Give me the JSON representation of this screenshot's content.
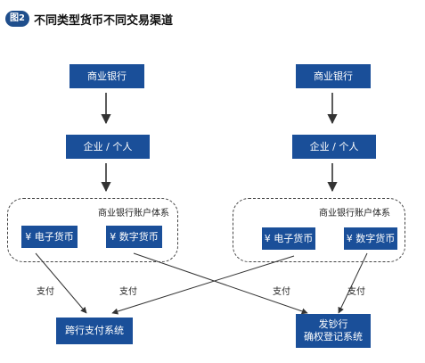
{
  "header": {
    "badge": "图2",
    "title": "不同类型货币不同交易渠道"
  },
  "left": {
    "bank": "商业银行",
    "entity": "企业 / 个人",
    "group_label": "商业银行账户体系",
    "e_money": "¥ 电子货币",
    "d_money": "¥ 数字货币"
  },
  "right": {
    "bank": "商业银行",
    "entity": "企业 / 个人",
    "group_label": "商业银行账户体系",
    "e_money": "¥ 电子货币",
    "d_money": "¥ 数字货币"
  },
  "pay_labels": [
    "支付",
    "支付",
    "支付",
    "支付"
  ],
  "dest": {
    "interbank": "跨行支付系统",
    "issuer_line1": "发钞行",
    "issuer_line2": "确权登记系统"
  },
  "colors": {
    "box": "#1a4f99",
    "badge": "#1f4e8c",
    "line": "#333333"
  }
}
